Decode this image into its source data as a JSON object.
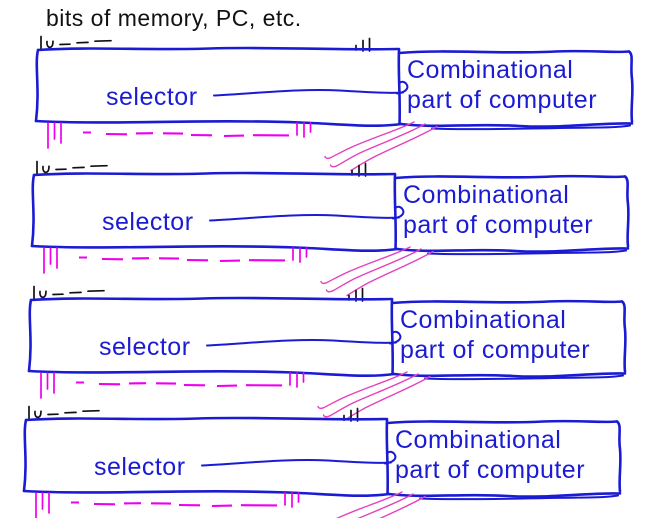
{
  "title": "bits of memory, PC, etc.",
  "colors": {
    "ink": "#1b1bd4",
    "magenta": "#ee00ee",
    "pink": "#e440bf",
    "black": "#111111",
    "bg": "#ffffff"
  },
  "blocks": [
    {
      "selector_label": "selector",
      "combinational_line1": "Combinational",
      "combinational_line2": "part of computer"
    },
    {
      "selector_label": "selector",
      "combinational_line1": "Combinational",
      "combinational_line2": "part of computer"
    },
    {
      "selector_label": "selector",
      "combinational_line1": "Combinational",
      "combinational_line2": "part of computer"
    },
    {
      "selector_label": "selector",
      "combinational_line1": "Combinational",
      "combinational_line2": "part of computer"
    }
  ]
}
